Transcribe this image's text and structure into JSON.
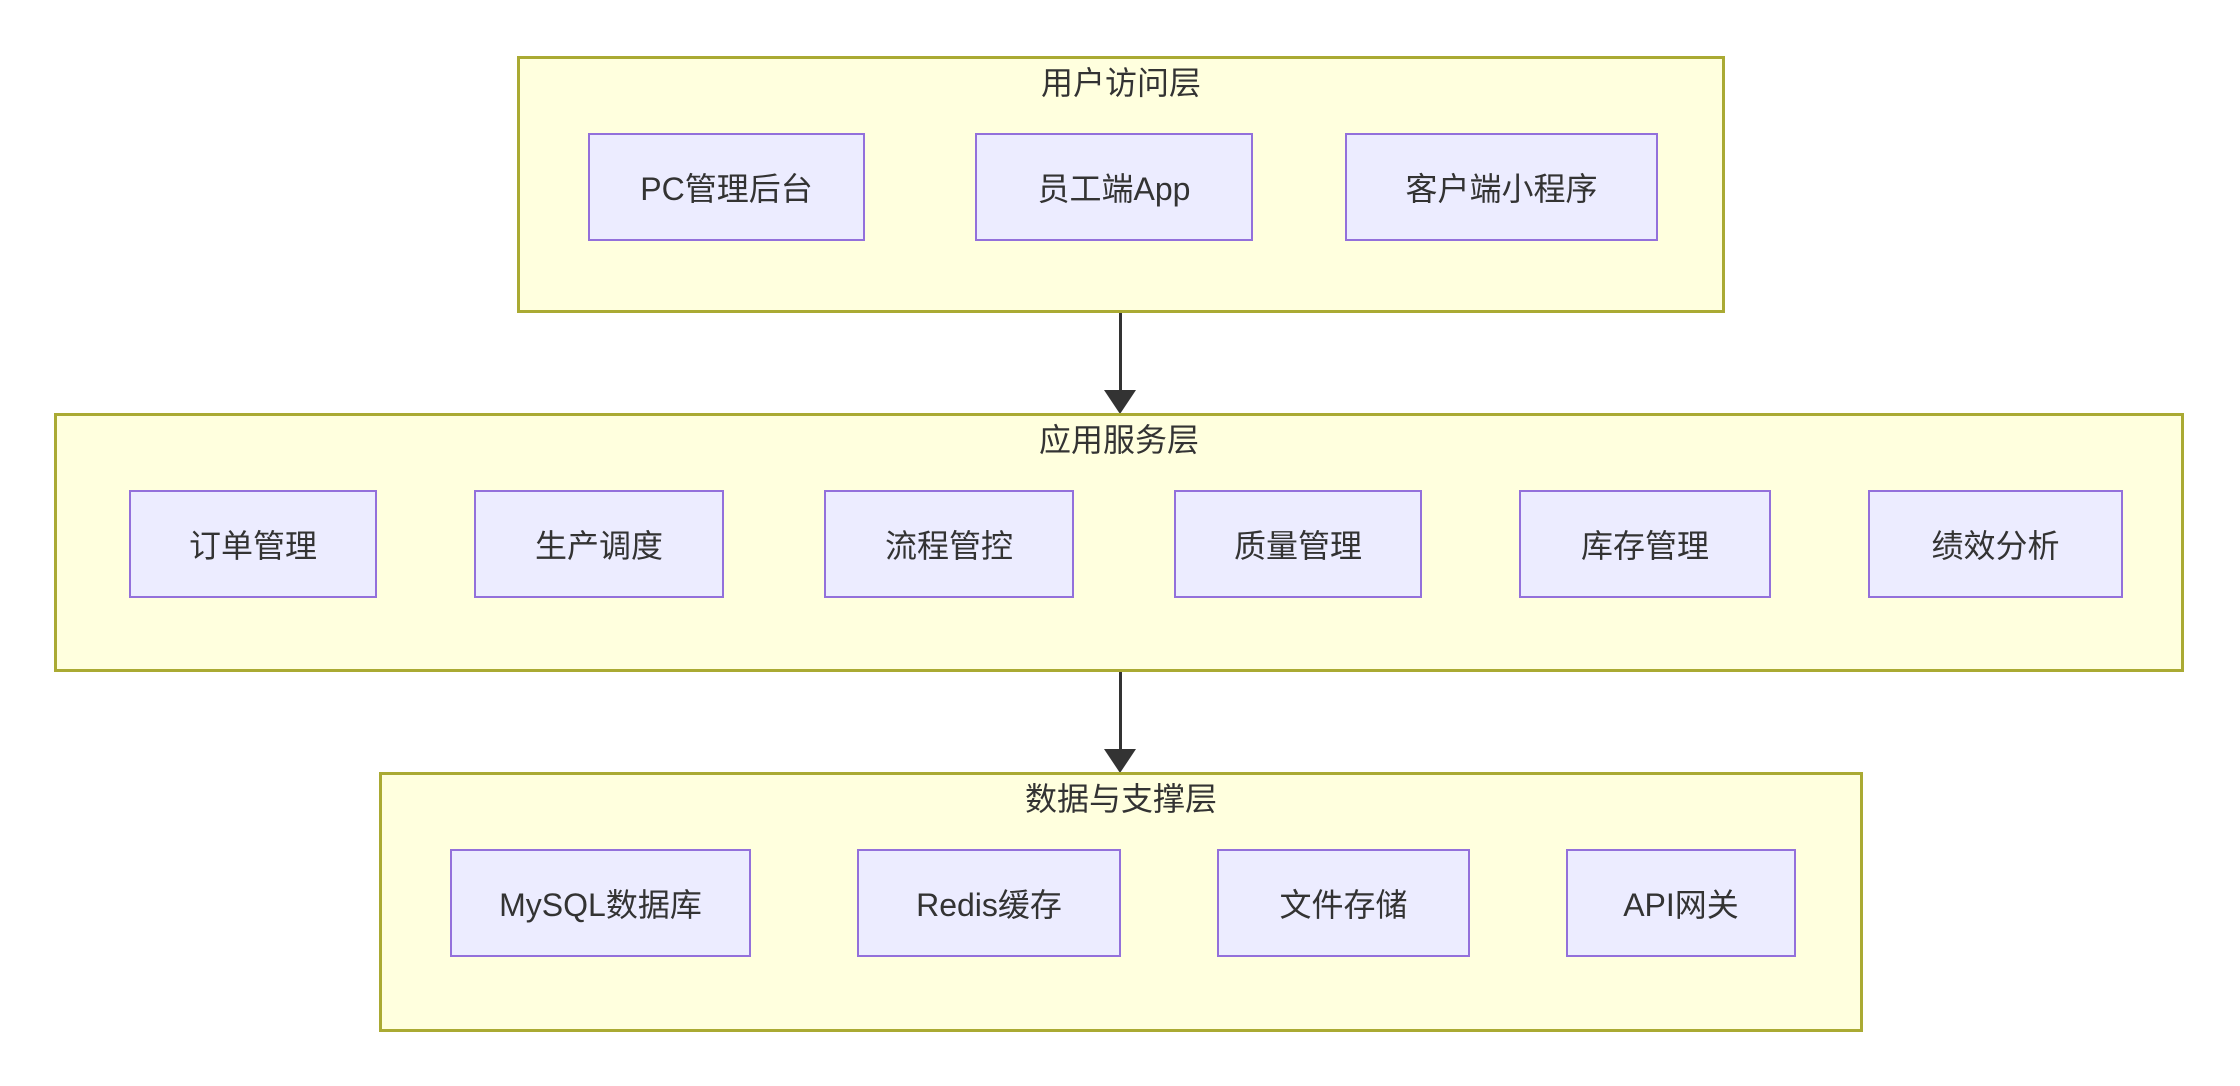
{
  "diagram": {
    "type": "layered-architecture-flowchart",
    "layers": [
      {
        "title": "用户访问层",
        "nodes": [
          {
            "label": "PC管理后台"
          },
          {
            "label": "员工端App"
          },
          {
            "label": "客户端小程序"
          }
        ]
      },
      {
        "title": "应用服务层",
        "nodes": [
          {
            "label": "订单管理"
          },
          {
            "label": "生产调度"
          },
          {
            "label": "流程管控"
          },
          {
            "label": "质量管理"
          },
          {
            "label": "库存管理"
          },
          {
            "label": "绩效分析"
          }
        ]
      },
      {
        "title": "数据与支撑层",
        "nodes": [
          {
            "label": "MySQL数据库"
          },
          {
            "label": "Redis缓存"
          },
          {
            "label": "文件存储"
          },
          {
            "label": "API网关"
          }
        ]
      }
    ],
    "edges": [
      {
        "from": "用户访问层",
        "to": "应用服务层"
      },
      {
        "from": "应用服务层",
        "to": "数据与支撑层"
      }
    ],
    "colors": {
      "background": "#ffffff",
      "layer_fill": "#ffffde",
      "layer_border": "#aaaa33",
      "node_fill": "#ECECFF",
      "node_border": "#9370DB",
      "arrow": "#333333",
      "text": "#333333"
    }
  }
}
